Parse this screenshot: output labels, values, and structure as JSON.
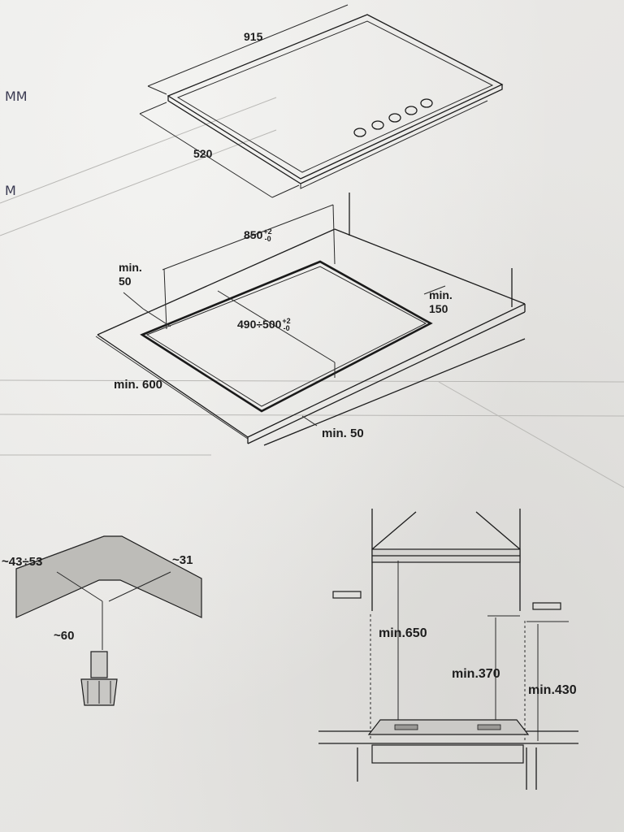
{
  "hob_top": {
    "width": "915",
    "depth": "520"
  },
  "cutout": {
    "width_main": "850",
    "width_tol_plus": "+2",
    "width_tol_minus": "-0",
    "depth_main": "490÷500",
    "depth_tol_plus": "+2",
    "depth_tol_minus": "-0",
    "min_left_line1": "min.",
    "min_left_line2": "50",
    "min_back_line1": "min.",
    "min_back_line2": "150",
    "min_depth": "min. 600",
    "min_front": "min. 50"
  },
  "gas_fitting": {
    "angle_a": "~43÷53",
    "angle_b": "~31",
    "length": "~60"
  },
  "clearance": {
    "hood": "min.650",
    "cabinet_inner": "min.370",
    "cabinet_outer": "min.430"
  },
  "handwriting": {
    "note_1": "MM",
    "note_2": "M"
  }
}
